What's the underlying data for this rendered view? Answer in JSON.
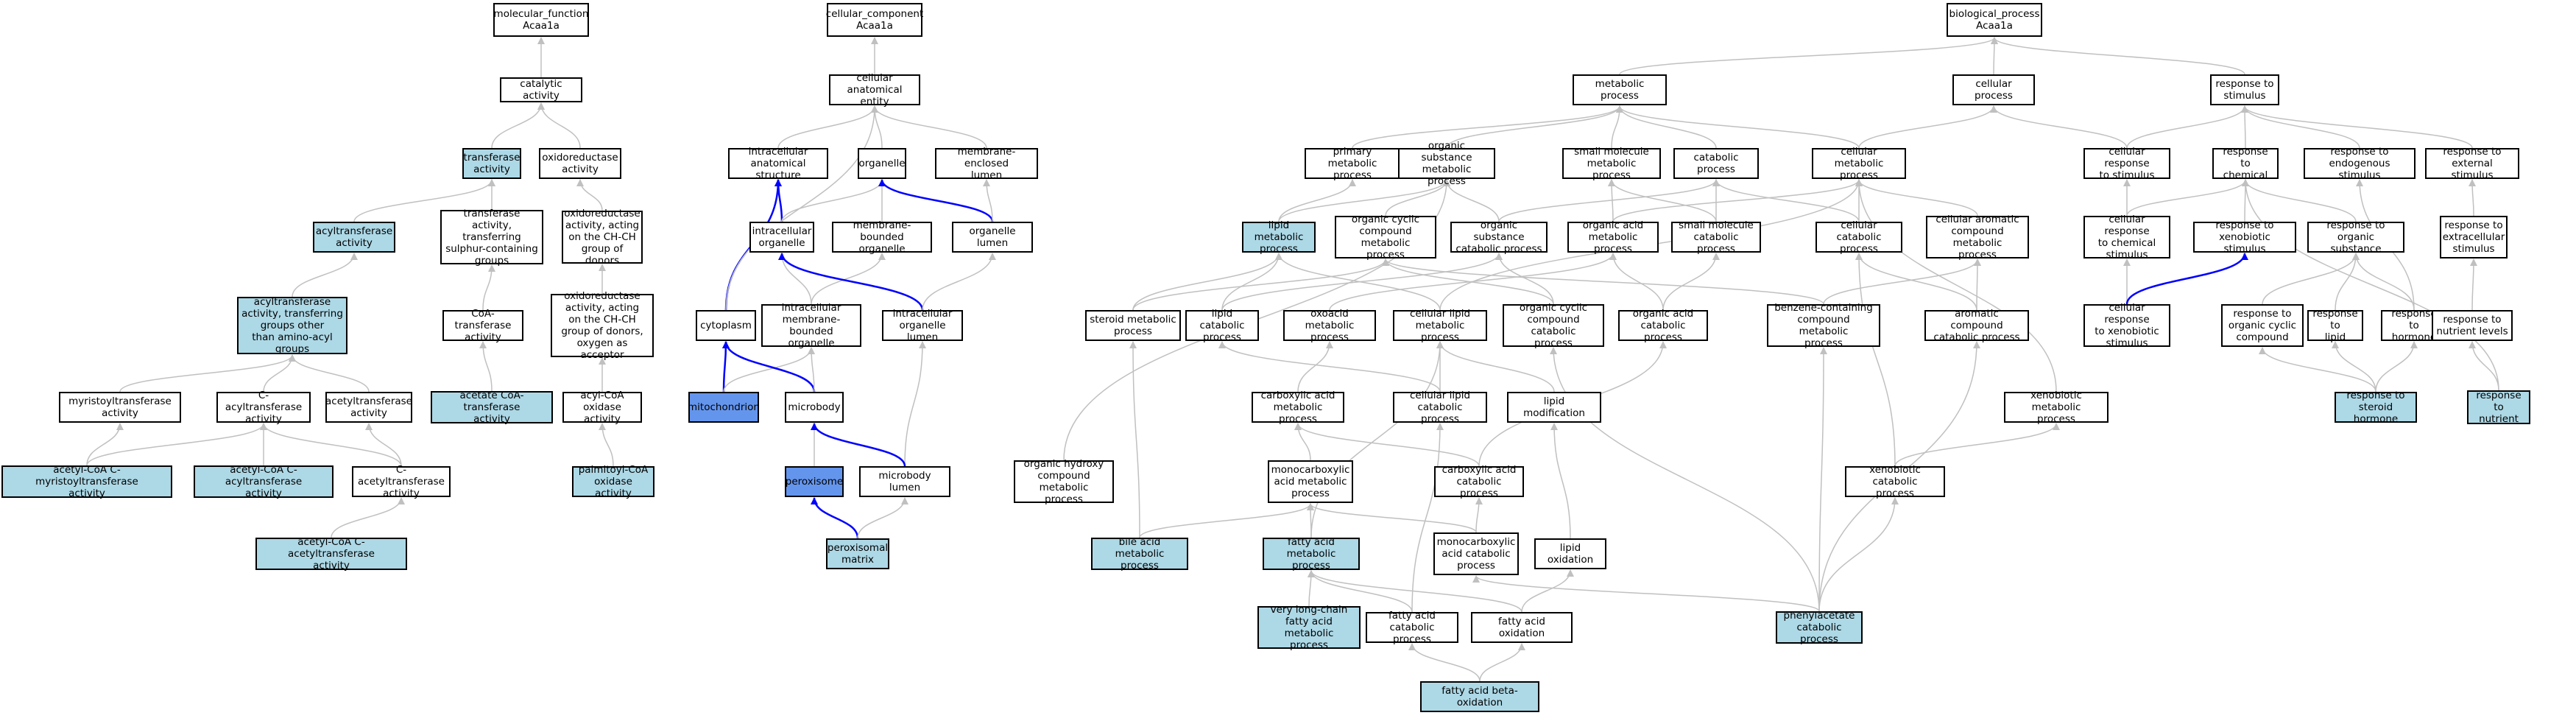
{
  "colors": {
    "highlight": "#add8e6",
    "selected": "#6495ed",
    "edge": "#c0c0c0",
    "edge_strong": "#0000ff"
  },
  "nodes": {
    "mf_root": {
      "label": "molecular_function\nAcaa1a",
      "fill": "none"
    },
    "catalytic": {
      "label": "catalytic activity",
      "fill": "none"
    },
    "transferase": {
      "label": "transferase\nactivity",
      "fill": "light"
    },
    "oxidoreductase": {
      "label": "oxidoreductase\nactivity",
      "fill": "none"
    },
    "acyltransferase": {
      "label": "acyltransferase\nactivity",
      "fill": "light"
    },
    "transf_sulphur": {
      "label": "transferase\nactivity, transferring\nsulphur-containing\ngroups",
      "fill": "none"
    },
    "oxidored_chch": {
      "label": "oxidoreductase\nactivity, acting\non the CH-CH\ngroup of donors",
      "fill": "none"
    },
    "acyltransf_other": {
      "label": "acyltransferase\nactivity, transferring\ngroups other\nthan amino-acyl\ngroups",
      "fill": "light"
    },
    "coa_transferase": {
      "label": "CoA-transferase\nactivity",
      "fill": "none"
    },
    "oxidored_chch_oxygen": {
      "label": "oxidoreductase\nactivity, acting\non the CH-CH\ngroup of donors,\noxygen as acceptor",
      "fill": "none"
    },
    "myristoyltransf": {
      "label": "myristoyltransferase\nactivity",
      "fill": "none"
    },
    "c_acyltransf": {
      "label": "C-acyltransferase\nactivity",
      "fill": "none"
    },
    "acetyltransf": {
      "label": "acetyltransferase\nactivity",
      "fill": "none"
    },
    "acetate_coa": {
      "label": "acetate CoA-transferase\nactivity",
      "fill": "light"
    },
    "acyl_coa_oxidase": {
      "label": "acyl-CoA oxidase\nactivity",
      "fill": "none"
    },
    "acetyl_myristoyl": {
      "label": "acetyl-CoA C-myristoyltransferase\nactivity",
      "fill": "light"
    },
    "acetyl_acyl": {
      "label": "acetyl-CoA C-acyltransferase\nactivity",
      "fill": "light"
    },
    "c_acetyltransf": {
      "label": "C-acetyltransferase\nactivity",
      "fill": "none"
    },
    "palmitoyl_coa": {
      "label": "palmitoyl-CoA\noxidase activity",
      "fill": "light"
    },
    "acetyl_acetyl": {
      "label": "acetyl-CoA C-acetyltransferase\nactivity",
      "fill": "light"
    },
    "cc_root": {
      "label": "cellular_component\nAcaa1a",
      "fill": "none"
    },
    "cell_anat": {
      "label": "cellular anatomical\nentity",
      "fill": "none"
    },
    "intracell_anat": {
      "label": "intracellular\nanatomical structure",
      "fill": "none"
    },
    "organelle": {
      "label": "organelle",
      "fill": "none"
    },
    "membrane_lumen": {
      "label": "membrane-enclosed\nlumen",
      "fill": "none"
    },
    "intracell_organelle": {
      "label": "intracellular\norganelle",
      "fill": "none"
    },
    "membrane_organelle": {
      "label": "membrane-bounded\norganelle",
      "fill": "none"
    },
    "organelle_lumen": {
      "label": "organelle lumen",
      "fill": "none"
    },
    "cytoplasm": {
      "label": "cytoplasm",
      "fill": "none"
    },
    "intracell_memb_org": {
      "label": "intracellular\nmembrane-bounded\norganelle",
      "fill": "none"
    },
    "intracell_org_lumen": {
      "label": "intracellular\norganelle lumen",
      "fill": "none"
    },
    "mitochondrion": {
      "label": "mitochondrion",
      "fill": "dark"
    },
    "microbody": {
      "label": "microbody",
      "fill": "none"
    },
    "peroxisome": {
      "label": "peroxisome",
      "fill": "dark"
    },
    "microbody_lumen": {
      "label": "microbody lumen",
      "fill": "none"
    },
    "peroxisomal_matrix": {
      "label": "peroxisomal\nmatrix",
      "fill": "light"
    },
    "bp_root": {
      "label": "biological_process\nAcaa1a",
      "fill": "none"
    },
    "metabolic": {
      "label": "metabolic process",
      "fill": "none"
    },
    "cellular_process": {
      "label": "cellular process",
      "fill": "none"
    },
    "resp_stimulus": {
      "label": "response to\nstimulus",
      "fill": "none"
    },
    "primary_met": {
      "label": "primary metabolic\nprocess",
      "fill": "none"
    },
    "org_sub_met": {
      "label": "organic substance\nmetabolic process",
      "fill": "none"
    },
    "small_mol_met": {
      "label": "small molecule\nmetabolic process",
      "fill": "none"
    },
    "catabolic": {
      "label": "catabolic process",
      "fill": "none"
    },
    "cell_met": {
      "label": "cellular metabolic\nprocess",
      "fill": "none"
    },
    "cell_resp_stim": {
      "label": "cellular response\nto stimulus",
      "fill": "none"
    },
    "resp_chemical": {
      "label": "response to\nchemical",
      "fill": "none"
    },
    "resp_endo": {
      "label": "response to\nendogenous stimulus",
      "fill": "none"
    },
    "resp_external": {
      "label": "response to\nexternal stimulus",
      "fill": "none"
    },
    "lipid_met": {
      "label": "lipid metabolic\nprocess",
      "fill": "light"
    },
    "org_cyclic_met": {
      "label": "organic cyclic\ncompound metabolic\nprocess",
      "fill": "none"
    },
    "org_sub_cat": {
      "label": "organic substance\ncatabolic process",
      "fill": "none"
    },
    "org_acid_met": {
      "label": "organic acid\nmetabolic process",
      "fill": "none"
    },
    "small_mol_cat": {
      "label": "small molecule\ncatabolic process",
      "fill": "none"
    },
    "cell_cat": {
      "label": "cellular catabolic\nprocess",
      "fill": "none"
    },
    "cell_arom_met": {
      "label": "cellular aromatic\ncompound metabolic\nprocess",
      "fill": "none"
    },
    "cell_resp_chem": {
      "label": "cellular response\nto chemical\nstimulus",
      "fill": "none"
    },
    "resp_xeno": {
      "label": "response to\nxenobiotic stimulus",
      "fill": "none"
    },
    "resp_org_sub": {
      "label": "response to\norganic substance",
      "fill": "none"
    },
    "resp_extracell": {
      "label": "response to\nextracellular\nstimulus",
      "fill": "none"
    },
    "steroid_met": {
      "label": "steroid metabolic\nprocess",
      "fill": "none"
    },
    "lipid_cat": {
      "label": "lipid catabolic\nprocess",
      "fill": "none"
    },
    "oxoacid_met": {
      "label": "oxoacid metabolic\nprocess",
      "fill": "none"
    },
    "cell_lipid_met": {
      "label": "cellular lipid\nmetabolic process",
      "fill": "none"
    },
    "org_cyclic_cat": {
      "label": "organic cyclic\ncompound catabolic\nprocess",
      "fill": "none"
    },
    "org_acid_cat": {
      "label": "organic acid\ncatabolic process",
      "fill": "none"
    },
    "benzene_met": {
      "label": "benzene-containing\ncompound metabolic\nprocess",
      "fill": "none"
    },
    "arom_cat": {
      "label": "aromatic compound\ncatabolic process",
      "fill": "none"
    },
    "cell_resp_xeno": {
      "label": "cellular response\nto xenobiotic\nstimulus",
      "fill": "none"
    },
    "resp_org_cyclic": {
      "label": "response to\norganic cyclic\ncompound",
      "fill": "none"
    },
    "resp_lipid": {
      "label": "response to\nlipid",
      "fill": "none"
    },
    "resp_hormone": {
      "label": "response to\nhormone",
      "fill": "none"
    },
    "resp_nutrient_levels": {
      "label": "response to\nnutrient levels",
      "fill": "none"
    },
    "carbox_met": {
      "label": "carboxylic acid\nmetabolic process",
      "fill": "none"
    },
    "cell_lipid_cat": {
      "label": "cellular lipid\ncatabolic process",
      "fill": "none"
    },
    "lipid_mod": {
      "label": "lipid modification",
      "fill": "none"
    },
    "xeno_met": {
      "label": "xenobiotic metabolic\nprocess",
      "fill": "none"
    },
    "resp_steroid": {
      "label": "response to\nsteroid hormone",
      "fill": "light"
    },
    "resp_nutrient": {
      "label": "response to\nnutrient",
      "fill": "light"
    },
    "org_hydroxy": {
      "label": "organic hydroxy\ncompound metabolic\nprocess",
      "fill": "none"
    },
    "monocarb_met": {
      "label": "monocarboxylic\nacid metabolic\nprocess",
      "fill": "none"
    },
    "carbox_cat": {
      "label": "carboxylic acid\ncatabolic process",
      "fill": "none"
    },
    "xeno_cat": {
      "label": "xenobiotic catabolic\nprocess",
      "fill": "none"
    },
    "bile_acid": {
      "label": "bile acid metabolic\nprocess",
      "fill": "light"
    },
    "fatty_acid_met": {
      "label": "fatty acid metabolic\nprocess",
      "fill": "light"
    },
    "monocarb_cat": {
      "label": "monocarboxylic\nacid catabolic\nprocess",
      "fill": "none"
    },
    "lipid_ox": {
      "label": "lipid oxidation",
      "fill": "none"
    },
    "very_long": {
      "label": "very long-chain\nfatty acid metabolic\nprocess",
      "fill": "light"
    },
    "fatty_acid_cat": {
      "label": "fatty acid catabolic\nprocess",
      "fill": "none"
    },
    "fatty_acid_ox": {
      "label": "fatty acid oxidation",
      "fill": "none"
    },
    "phenylacetate": {
      "label": "phenylacetate\ncatabolic process",
      "fill": "light"
    },
    "fatty_beta": {
      "label": "fatty acid beta-oxidation",
      "fill": "light"
    }
  }
}
